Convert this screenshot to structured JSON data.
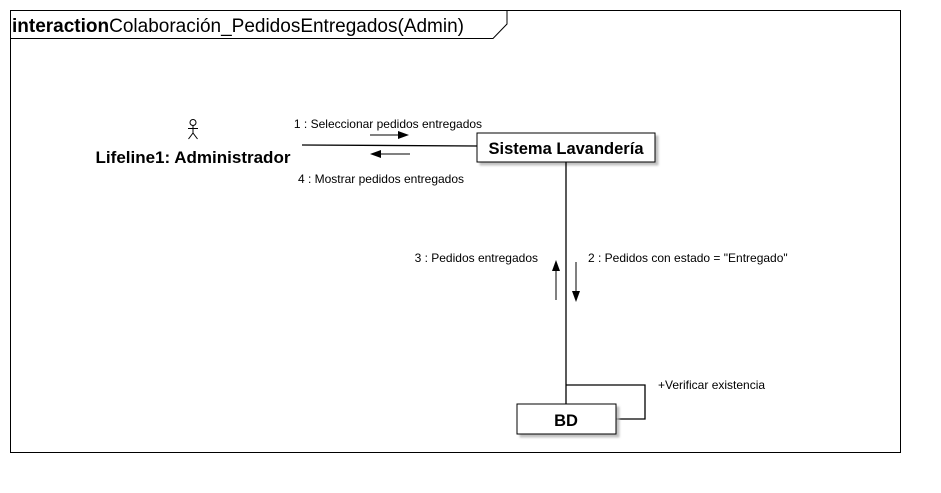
{
  "frame": {
    "keyword": "interaction",
    "name": "Colaboración_PedidosEntregados(Admin)"
  },
  "actor": {
    "label": "Lifeline1: Administrador"
  },
  "objects": {
    "sistema": "Sistema Lavandería",
    "bd": "BD"
  },
  "messages": {
    "m1": "1 : Seleccionar pedidos entregados",
    "m2": "2 : Pedidos con estado = \"Entregado\"",
    "m3": "3 : Pedidos entregados",
    "m4": "4 : Mostrar pedidos entregados",
    "self": "+Verificar existencia"
  }
}
